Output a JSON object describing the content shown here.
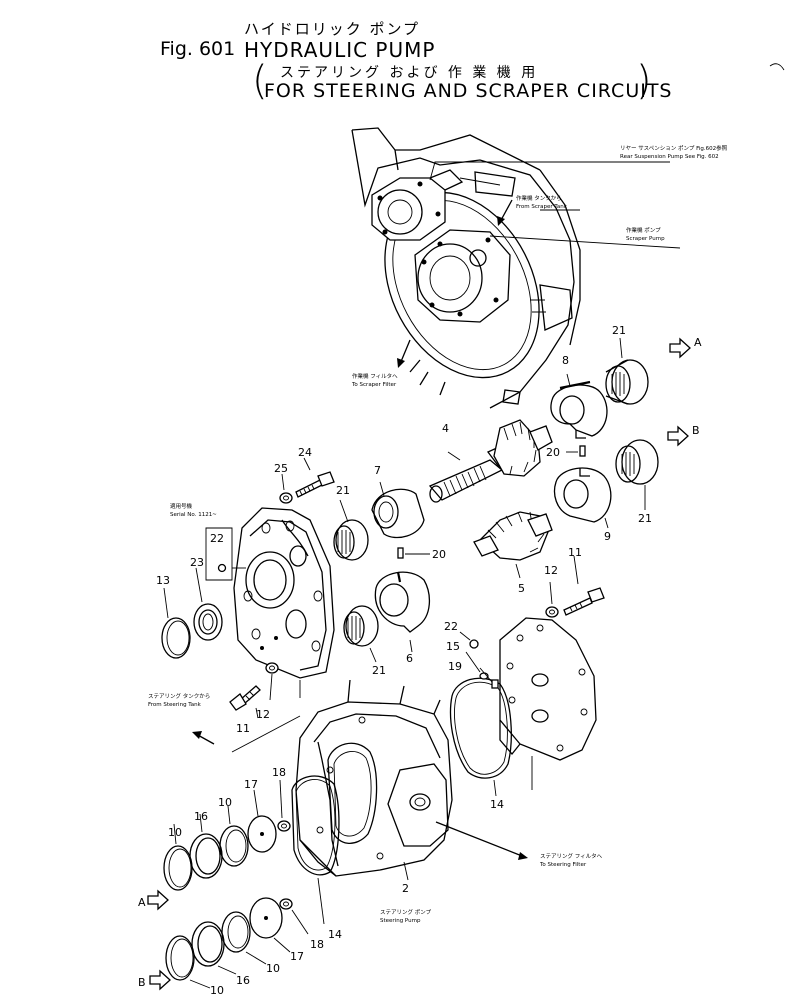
{
  "header": {
    "title_jp": "ハイドロリック ポンプ",
    "fig_number": "Fig. 601",
    "title": "HYDRAULIC PUMP",
    "subtitle_jp": "ステアリング および 作 業 機 用",
    "subtitle": "FOR STEERING AND SCRAPER CIRCUITS",
    "paren_open": "(",
    "paren_close": ")"
  },
  "callouts": {
    "rear_pump_jp": "リヤー サスペンション ポンプ Fig.602参照",
    "rear_pump": "Rear Suspension Pump See Fig. 602",
    "from_scraper_tank_jp": "作業機 タンクから",
    "from_scraper_tank": "From Scraper Tank",
    "scraper_pump_jp": "作業機 ポンプ",
    "scraper_pump": "Scraper Pump",
    "to_scraper_filter_jp": "作業機 フィルタへ",
    "to_scraper_filter": "To Scraper Filter",
    "serial_jp": "適用号機",
    "serial": "Serial No. 1121~",
    "from_steering_tank_jp": "ステアリング タンクから",
    "from_steering_tank": "From Steering Tank",
    "to_steering_filter_jp": "ステアリング フィルタへ",
    "to_steering_filter": "To Steering Filter",
    "steering_pump_jp": "ステアリング ポンプ",
    "steering_pump": "Steering Pump"
  },
  "view_markers": {
    "a": "A",
    "b": "B"
  },
  "part_numbers": {
    "p21a": "21",
    "p8": "8",
    "p4": "4",
    "p20a": "20",
    "p21b": "21",
    "p9": "9",
    "p24": "24",
    "p25": "25",
    "p7": "7",
    "p21c": "21",
    "p22a": "22",
    "p23": "23",
    "p13": "13",
    "p20b": "20",
    "p5": "5",
    "p11a": "11",
    "p12a": "12",
    "p21d": "21",
    "p6": "6",
    "p22b": "22",
    "p15": "15",
    "p19": "19",
    "p12b": "12",
    "p11b": "11",
    "p14a": "14",
    "p17a": "17",
    "p18a": "18",
    "p10a": "10",
    "p16a": "16",
    "p10b": "10",
    "p2": "2",
    "p14b": "14",
    "p18b": "18",
    "p17b": "17",
    "p10c": "10",
    "p16b": "16",
    "p10d": "10"
  }
}
